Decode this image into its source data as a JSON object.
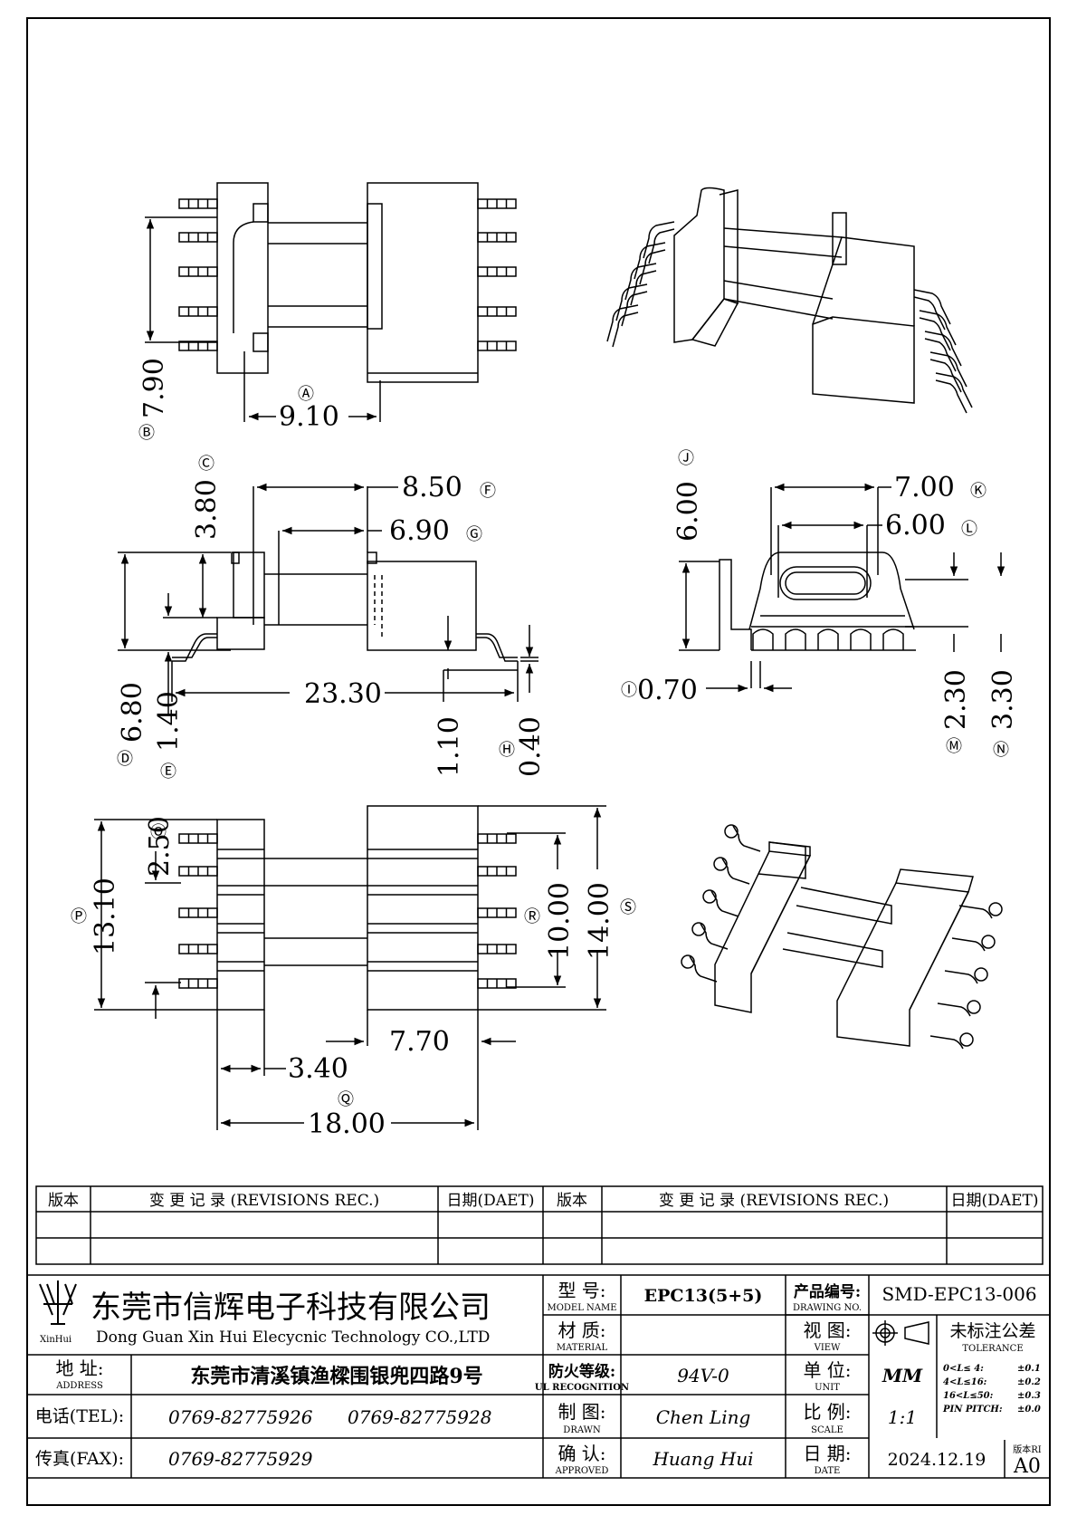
{
  "dimensions": {
    "top_view": {
      "height": "7.90",
      "height_tag": "B",
      "width": "9.10",
      "width_tag": "A"
    },
    "side_view": {
      "flange_width": "8.50",
      "flange_width_tag": "F",
      "inner_width": "6.90",
      "inner_width_tag": "G",
      "flange_height": "3.80",
      "flange_height_tag": "C",
      "total_height": "6.80",
      "total_height_tag": "D",
      "standoff": "1.40",
      "standoff_tag": "E",
      "length": "23.30",
      "pin_length": "1.10",
      "pin_thickness": "0.40",
      "pin_thickness_tag": "H"
    },
    "end_view": {
      "height": "6.00",
      "height_tag": "J",
      "outer_width": "7.00",
      "outer_width_tag": "K",
      "inner_width": "6.00",
      "inner_width_tag": "L",
      "pin_width": "0.70",
      "pin_width_tag": "I",
      "pin_height_a": "2.30",
      "pin_height_a_tag": "M",
      "pin_height_b": "3.30",
      "pin_height_b_tag": "N"
    },
    "bottom_view": {
      "pitch": "2.50",
      "pitch_tag": "O",
      "pin_span": "13.10",
      "pin_span_tag": "P",
      "inner_span": "10.00",
      "inner_span_tag": "R",
      "outer_span": "14.00",
      "outer_span_tag": "S",
      "flange_thickness": "3.40",
      "gap": "7.70",
      "overall_width": "18.00",
      "overall_width_tag": "Q"
    }
  },
  "revisions": {
    "version_header": "版本",
    "record_header": "变 更 记 录  (REVISIONS REC.)",
    "date_header": "日期(DAET)"
  },
  "title_block": {
    "company_cn": "东莞市信辉电子科技有限公司",
    "company_en": "Dong Guan Xin Hui Elecycnic Technology CO.,LTD",
    "logo_text": "XinHui",
    "address_label": "地  址:",
    "address_label_en": "ADDRESS",
    "address": "东莞市清溪镇渔樑围银兜四路9号",
    "tel_label": "电话(TEL):",
    "tel1": "0769-82775926",
    "tel2": "0769-82775928",
    "fax_label": "传真(FAX):",
    "fax": "0769-82775929",
    "model_label": "型  号:",
    "model_label_en": "MODEL NAME",
    "model": "EPC13(5+5)",
    "material_label": "材  质:",
    "material_label_en": "MATERIAL",
    "material": "",
    "fire_label": "防火等级:",
    "fire_label_en": "UL RECOGNITION",
    "fire": "94V-0",
    "drawn_label": "制  图:",
    "drawn_label_en": "DRAWN",
    "drawn": "Chen Ling",
    "approved_label": "确  认:",
    "approved_label_en": "APPROVED",
    "approved": "Huang Hui",
    "drawing_no_label": "产品编号:",
    "drawing_no_label_en": "DRAWING NO.",
    "drawing_no": "SMD-EPC13-006",
    "view_label": "视  图:",
    "view_label_en": "VIEW",
    "unit_label": "单  位:",
    "unit_label_en": "UNIT",
    "unit": "MM",
    "scale_label": "比  例:",
    "scale_label_en": "SCALE",
    "scale": "1:1",
    "date_label": "日  期:",
    "date_label_en": "DATE",
    "date": "2024.12.19",
    "version_label": "版本RI",
    "version": "A0",
    "tolerance_title": "未标注公差",
    "tolerance_title_en": "TOLERANCE",
    "tolerance_rows": [
      {
        "range": "0<L≤ 4:",
        "value": "±0.1"
      },
      {
        "range": "4<L≤16:",
        "value": "±0.2"
      },
      {
        "range": "16<L≤50:",
        "value": "±0.3"
      },
      {
        "range": "PIN PITCH:",
        "value": "±0.0"
      }
    ]
  }
}
